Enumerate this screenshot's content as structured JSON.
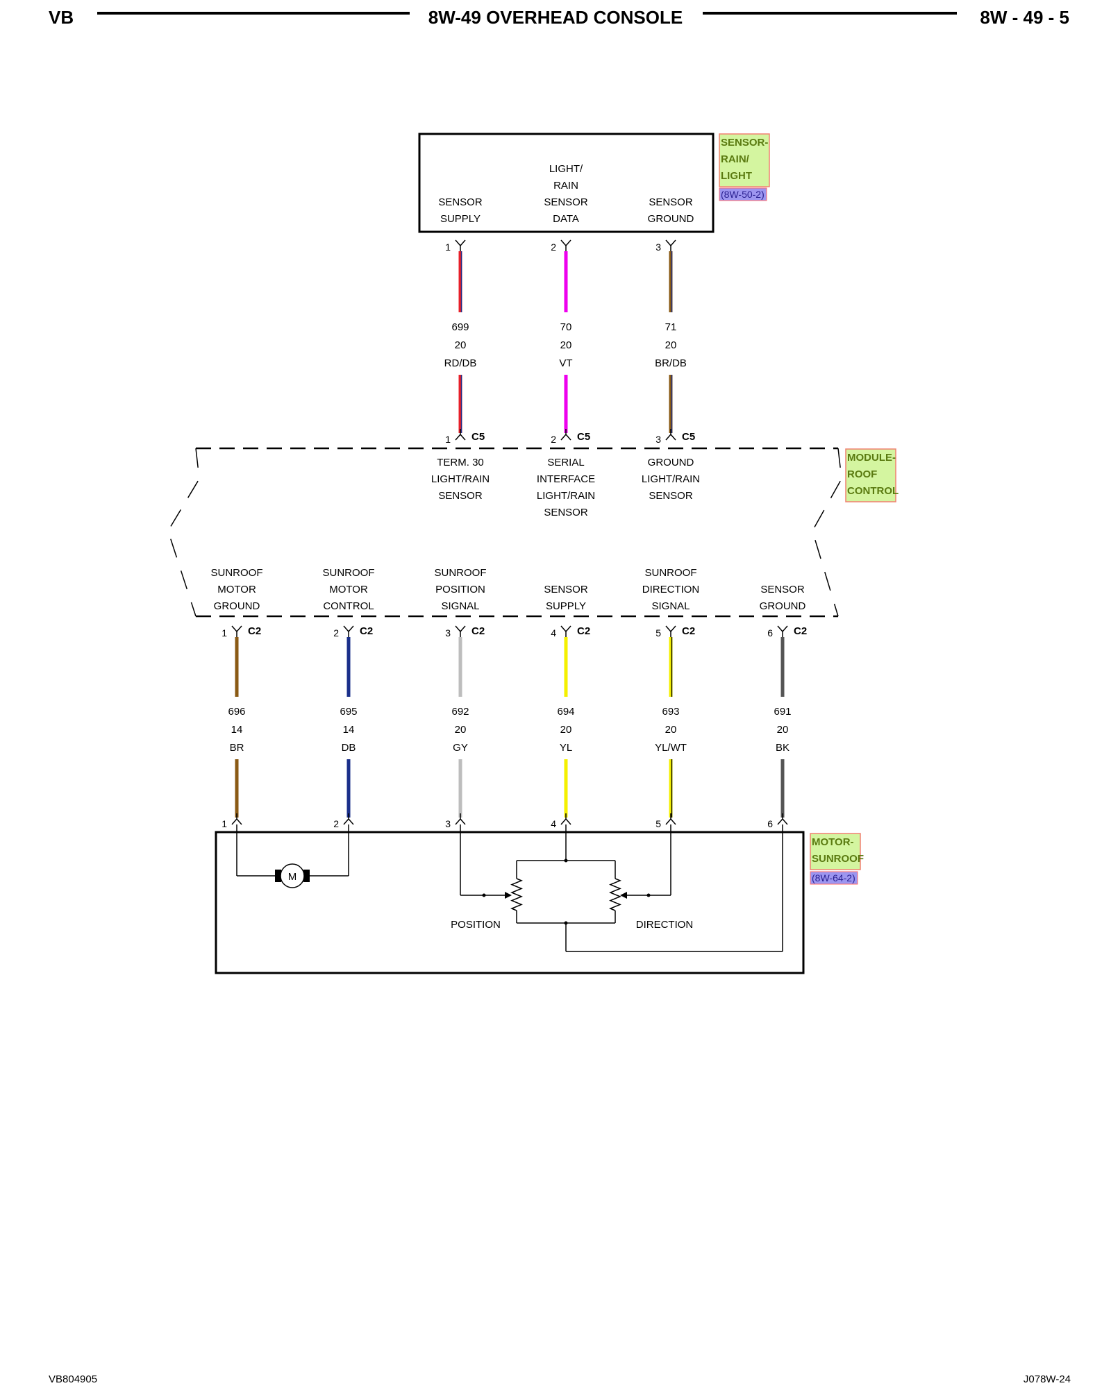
{
  "header": {
    "left": "VB",
    "title": "8W-49 OVERHEAD CONSOLE",
    "right": "8W - 49 - 5"
  },
  "footer": {
    "left": "VB804905",
    "right": "J078W-24"
  },
  "sensor": {
    "tag_lines": [
      "SENSOR-",
      "RAIN/",
      "LIGHT"
    ],
    "ref": "(8W-50-2)",
    "pins": [
      {
        "pin": "1",
        "lines": [
          "SENSOR",
          "SUPPLY"
        ],
        "circuit": "699",
        "gauge": "20",
        "color_code": "RD/DB",
        "wire_color": "#e8202a",
        "stripe_color": "#1a2f8a",
        "module_pin": "1",
        "connector": "C5",
        "module_lines": [
          "TERM. 30",
          "LIGHT/RAIN",
          "SENSOR"
        ]
      },
      {
        "pin": "2",
        "lines": [
          "LIGHT/",
          "RAIN",
          "SENSOR",
          "DATA"
        ],
        "circuit": "70",
        "gauge": "20",
        "color_code": "VT",
        "wire_color": "#ee00ee",
        "stripe_color": "",
        "module_pin": "2",
        "connector": "C5",
        "module_lines": [
          "SERIAL",
          "INTERFACE",
          "LIGHT/RAIN",
          "SENSOR"
        ]
      },
      {
        "pin": "3",
        "lines": [
          "SENSOR",
          "GROUND"
        ],
        "circuit": "71",
        "gauge": "20",
        "color_code": "BR/DB",
        "wire_color": "#8a5a14",
        "stripe_color": "#1a2f8a",
        "module_pin": "3",
        "connector": "C5",
        "module_lines": [
          "GROUND",
          "LIGHT/RAIN",
          "SENSOR"
        ]
      }
    ]
  },
  "module": {
    "tag_lines": [
      "MODULE-",
      "ROOF",
      "CONTROL"
    ]
  },
  "motor": {
    "tag_lines": [
      "MOTOR-",
      "SUNROOF"
    ],
    "ref": "(8W-64-2)",
    "motor_symbol": "M",
    "position_label": "POSITION",
    "direction_label": "DIRECTION",
    "pins": [
      {
        "pin": "1",
        "lines": [
          "SUNROOF",
          "MOTOR",
          "GROUND"
        ],
        "connector": "C2",
        "circuit": "696",
        "gauge": "14",
        "color_code": "BR",
        "wire_color": "#8a5a14",
        "stripe_color": "",
        "motor_pin": "1"
      },
      {
        "pin": "2",
        "lines": [
          "SUNROOF",
          "MOTOR",
          "CONTROL"
        ],
        "connector": "C2",
        "circuit": "695",
        "gauge": "14",
        "color_code": "DB",
        "wire_color": "#1a2f8a",
        "stripe_color": "",
        "motor_pin": "2"
      },
      {
        "pin": "3",
        "lines": [
          "SUNROOF",
          "POSITION",
          "SIGNAL"
        ],
        "connector": "C2",
        "circuit": "692",
        "gauge": "20",
        "color_code": "GY",
        "wire_color": "#bdbdbd",
        "stripe_color": "",
        "motor_pin": "3"
      },
      {
        "pin": "4",
        "lines": [
          "SENSOR",
          "SUPPLY"
        ],
        "connector": "C2",
        "circuit": "694",
        "gauge": "20",
        "color_code": "YL",
        "wire_color": "#f4f000",
        "stripe_color": "",
        "motor_pin": "4"
      },
      {
        "pin": "5",
        "lines": [
          "SUNROOF",
          "DIRECTION",
          "SIGNAL"
        ],
        "connector": "C2",
        "circuit": "693",
        "gauge": "20",
        "color_code": "YL/WT",
        "wire_color": "#f4f000",
        "stripe_color": "#000000",
        "motor_pin": "5"
      },
      {
        "pin": "6",
        "lines": [
          "SENSOR",
          "GROUND"
        ],
        "connector": "C2",
        "circuit": "691",
        "gauge": "20",
        "color_code": "BK",
        "wire_color": "#555555",
        "stripe_color": "",
        "motor_pin": "6"
      }
    ]
  },
  "colors": {
    "tag_fill": "#d4f5a0",
    "tag_border": "#f08070",
    "tag_text": "#5a7a10",
    "ref_fill": "#9d96f0",
    "ref_text": "#2a2090"
  }
}
